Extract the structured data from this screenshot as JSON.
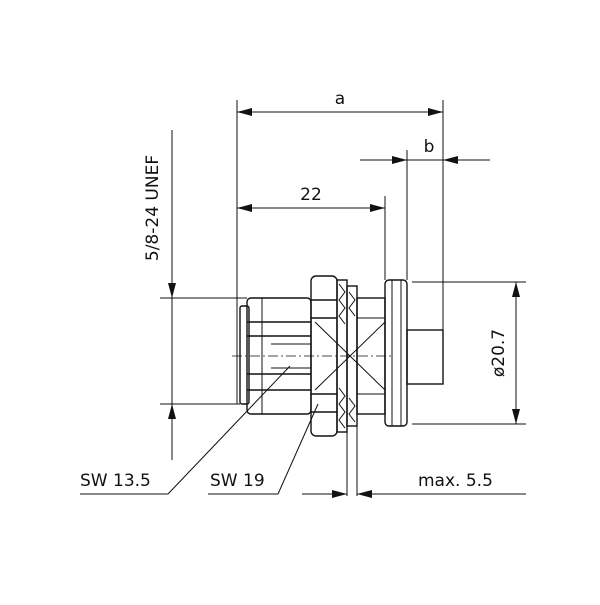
{
  "drawing": {
    "labels": {
      "dim_a": "a",
      "dim_b": "b",
      "dim_22": "22",
      "thread": "5/8-24 UNEF",
      "diameter": "ø20.7",
      "wrench_small": "SW 13.5",
      "wrench_large": "SW 19",
      "max_panel": "max. 5.5"
    },
    "colors": {
      "line": "#111111",
      "background": "#ffffff"
    }
  }
}
